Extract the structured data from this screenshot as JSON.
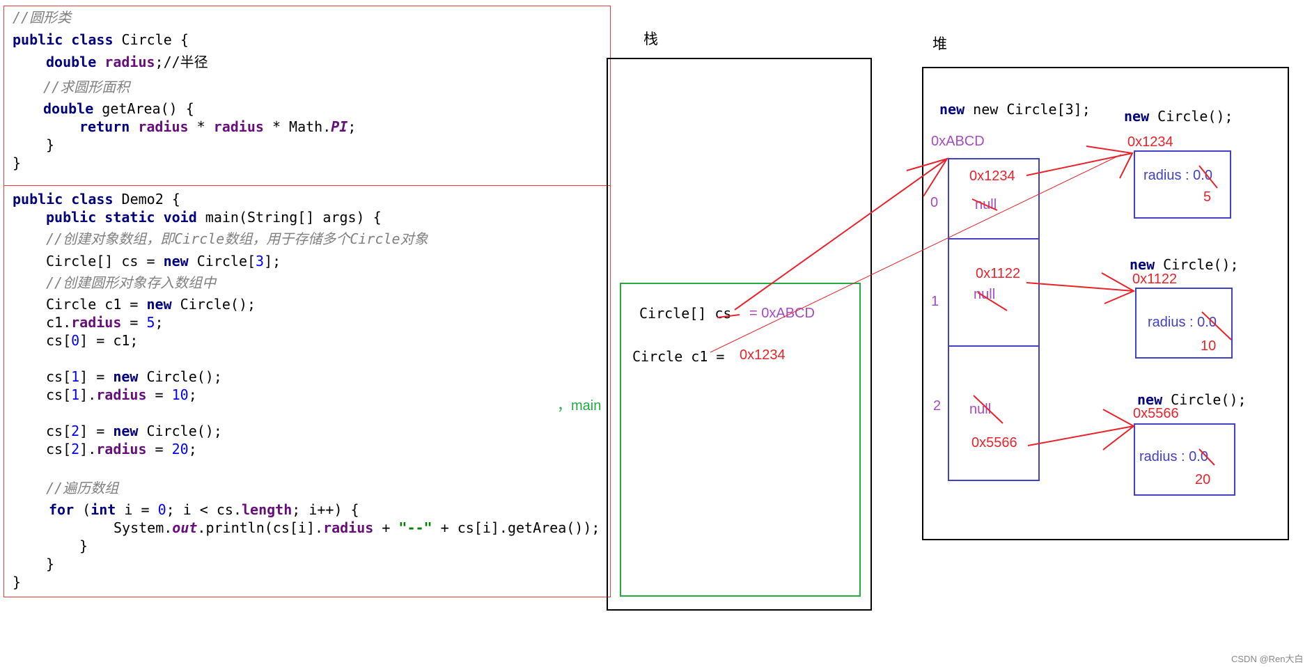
{
  "code": {
    "circle_class": {
      "line1": "//圆形类",
      "line2": "public class Circle {",
      "line3_kw": "double",
      "line3_field": "radius",
      "line3_rest": ";//半径",
      "line4": "//求圆形面积",
      "line5_kw": "double",
      "line5_rest": " getArea() {",
      "line6_kw": "return",
      "line6_a": "radius",
      "line6_b": " * ",
      "line6_c": "radius",
      "line6_d": " * Math.",
      "line6_e": "PI",
      "line6_f": ";",
      "line7": "}",
      "line8": "}"
    },
    "demo_class": {
      "l1_kw": "public class",
      "l1_rest": " Demo2 {",
      "l2_kw": "public static void",
      "l2_rest": " main(String[] args) {",
      "l3": "//创建对象数组，即Circle数组，用于存储多个Circle对象",
      "l4_a": "Circle[] cs = ",
      "l4_kw": "new",
      "l4_b": " Circle[",
      "l4_num": "3",
      "l4_c": "];",
      "l5": "//创建圆形对象存入数组中",
      "l6_a": "Circle c1 = ",
      "l6_kw": "new",
      "l6_b": " Circle();",
      "l7_a": "c1.",
      "l7_field": "radius",
      "l7_b": " = ",
      "l7_num": "5",
      "l7_c": ";",
      "l8_a": "cs[",
      "l8_num": "0",
      "l8_b": "] = c1;",
      "l9_a": "cs[",
      "l9_num": "1",
      "l9_b": "] = ",
      "l9_kw": "new",
      "l9_c": " Circle();",
      "l10_a": "cs[",
      "l10_num": "1",
      "l10_b": "].",
      "l10_field": "radius",
      "l10_c": " = ",
      "l10_num2": "10",
      "l10_d": ";",
      "l11_a": "cs[",
      "l11_num": "2",
      "l11_b": "] = ",
      "l11_kw": "new",
      "l11_c": " Circle();",
      "l12_a": "cs[",
      "l12_num": "2",
      "l12_b": "].",
      "l12_field": "radius",
      "l12_c": " = ",
      "l12_num2": "20",
      "l12_d": ";",
      "l13": "//遍历数组",
      "l14_kw": "for",
      "l14_a": " (",
      "l14_kw2": "int",
      "l14_b": " i = ",
      "l14_num": "0",
      "l14_c": "; i < cs.",
      "l14_field": "length",
      "l14_d": "; i++) {",
      "l15_a": "System.",
      "l15_out": "out",
      "l15_b": ".println(cs[i].",
      "l15_field": "radius",
      "l15_c": " + ",
      "l15_str": "\"--\"",
      "l15_d": " + cs[i].getArea());",
      "l16": "}",
      "l17": "}",
      "l18": "}"
    }
  },
  "stack": {
    "title": "栈",
    "main_label": "，main",
    "cs_decl": "Circle[] cs",
    "cs_value": "= 0xABCD",
    "c1_decl": "Circle c1 =",
    "c1_value": "0x1234"
  },
  "heap": {
    "title": "堆",
    "array_new": "new Circle[3];",
    "array_addr": "0xABCD",
    "slots": [
      {
        "index": "0",
        "value": "0x1234",
        "old": "null"
      },
      {
        "index": "1",
        "value": "0x1122",
        "old": "null"
      },
      {
        "index": "2",
        "value": "0x5566",
        "old": "null"
      }
    ],
    "objects": [
      {
        "new": "new Circle();",
        "addr": "0x1234",
        "field": "radius : 0.0",
        "value": "5"
      },
      {
        "new": "new Circle();",
        "addr": "0x1122",
        "field": "radius : 0.0",
        "value": "10"
      },
      {
        "new": "new Circle();",
        "addr": "0x5566",
        "field": "radius : 0.0",
        "value": "20"
      }
    ]
  },
  "watermark": "CSDN @Ren大白",
  "colors": {
    "accent_red": "#e8232a",
    "purple": "#a64bc4",
    "blue": "#4040c8",
    "green": "#22aa44"
  }
}
